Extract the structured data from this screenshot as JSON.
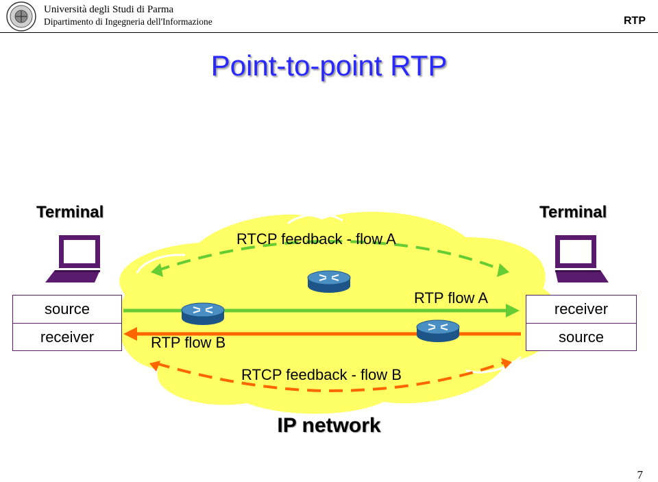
{
  "header": {
    "university": "Università degli Studi di Parma",
    "department": "Dipartimento di Ingegneria dell'Informazione",
    "section": "RTP"
  },
  "slide": {
    "title": "Point-to-point RTP",
    "page_number": "7"
  },
  "diagram": {
    "left_terminal": {
      "label": "Terminal",
      "roles": [
        "source",
        "receiver"
      ]
    },
    "right_terminal": {
      "label": "Terminal",
      "roles": [
        "receiver",
        "source"
      ]
    },
    "flows": {
      "rtcp_a": "RTCP feedback - flow A",
      "rtp_a": "RTP flow A",
      "rtp_b": "RTP flow B",
      "rtcp_b": "RTCP feedback - flow B"
    },
    "network_label": "IP network",
    "colors": {
      "cloud": "#ffff66",
      "flow_a": "#66cc33",
      "flow_b": "#ff6600",
      "router": "#3377aa",
      "terminal": "#5a1a6e",
      "title": "#2929ff"
    }
  }
}
